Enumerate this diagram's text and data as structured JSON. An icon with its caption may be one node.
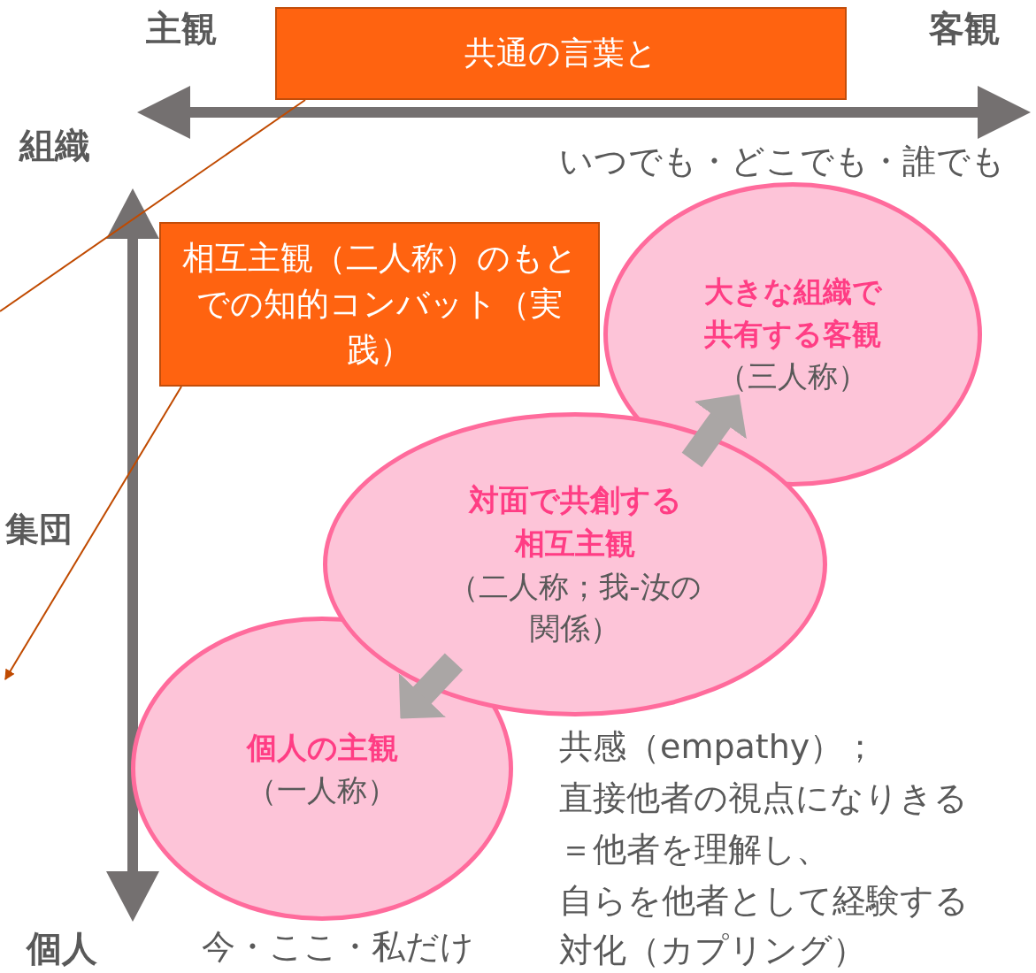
{
  "diagram": {
    "nodes": [
      {
        "text": [
          "共通の言葉と"
        ]
      },
      {
        "text": [
          "相互主観（二人称）のもとでの知的コンバット（実践）"
        ]
      },
      {
        "text": [
          "大きな組織で共有する客観",
          "（三人称）"
        ]
      },
      {
        "text": [
          "対面で共創する相互主観",
          "（二人称；我-汝の関係）"
        ]
      },
      {
        "text": [
          "個人の主観",
          "（一人称）"
        ]
      }
    ],
    "edges": [
      {
        "from": 0,
        "to": null,
        "arrow": "none",
        "color": "#c04a00"
      },
      {
        "from": 1,
        "to": null,
        "arrow": "to",
        "color": "#c04a00"
      },
      {
        "from": 3,
        "to": 2,
        "arrow": "to",
        "style": "thick",
        "color": "#aaa6a5"
      },
      {
        "from": 3,
        "to": 4,
        "arrow": "to",
        "style": "thick",
        "color": "#aaa6a5"
      }
    ],
    "labels": [
      "主観",
      "客観",
      "組織",
      "いつでも・どこでも・誰でも",
      "集団",
      "個人",
      "今・ここ・私だけ",
      "共感（empathy）；",
      "直接他者の視点になりきる",
      "＝他者を理解し、",
      "自らを他者として経験する",
      "対化（カプリング）"
    ]
  }
}
